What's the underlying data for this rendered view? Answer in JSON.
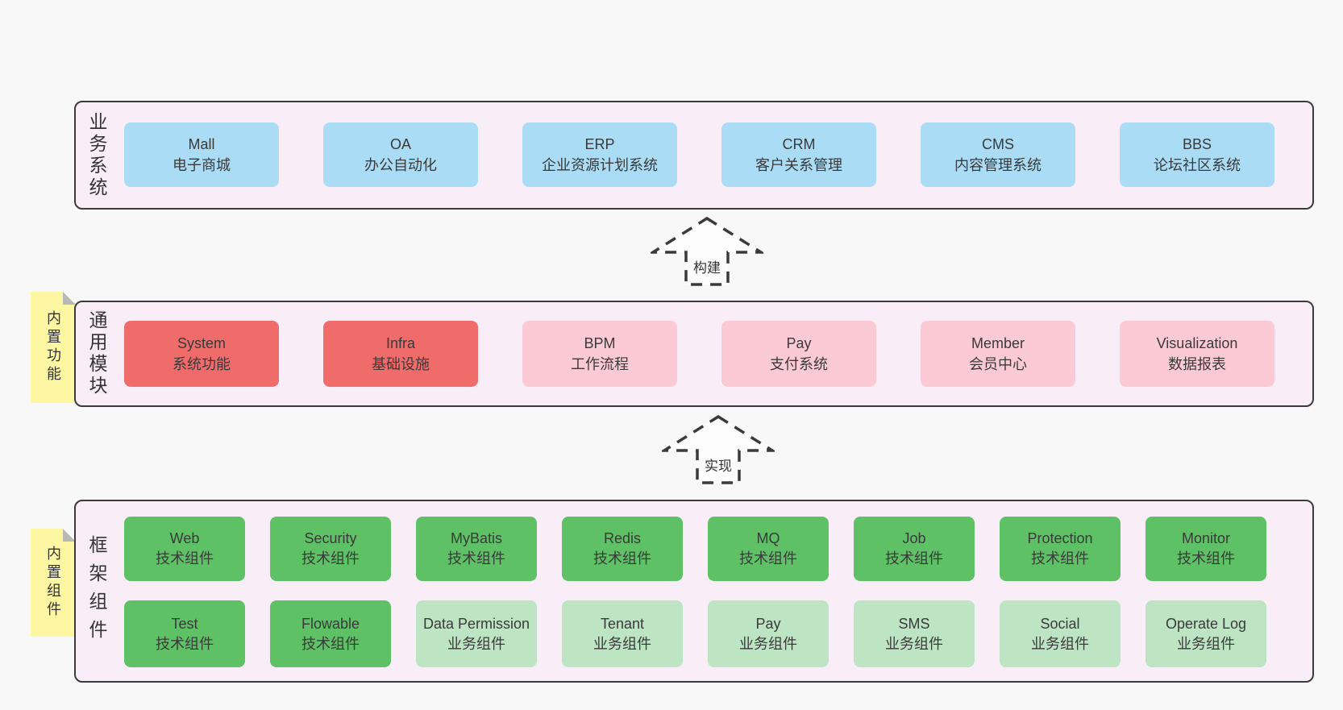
{
  "business": {
    "label": "业务系统",
    "items": [
      {
        "title": "Mall",
        "subtitle": "电子商城"
      },
      {
        "title": "OA",
        "subtitle": "办公自动化"
      },
      {
        "title": "ERP",
        "subtitle": "企业资源计划系统"
      },
      {
        "title": "CRM",
        "subtitle": "客户关系管理"
      },
      {
        "title": "CMS",
        "subtitle": "内容管理系统"
      },
      {
        "title": "BBS",
        "subtitle": "论坛社区系统"
      }
    ]
  },
  "arrows": {
    "build": {
      "label": "构建"
    },
    "implement": {
      "label": "实现"
    }
  },
  "modules": {
    "label": "通用模块",
    "note": "内置功能",
    "items": [
      {
        "title": "System",
        "subtitle": "系统功能",
        "variant": "red"
      },
      {
        "title": "Infra",
        "subtitle": "基础设施",
        "variant": "red"
      },
      {
        "title": "BPM",
        "subtitle": "工作流程",
        "variant": "pink"
      },
      {
        "title": "Pay",
        "subtitle": "支付系统",
        "variant": "pink"
      },
      {
        "title": "Member",
        "subtitle": "会员中心",
        "variant": "pink"
      },
      {
        "title": "Visualization",
        "subtitle": "数据报表",
        "variant": "pink"
      }
    ]
  },
  "framework": {
    "label": "框架组件",
    "note": "内置组件",
    "row1": [
      {
        "title": "Web",
        "subtitle": "技术组件",
        "variant": "green"
      },
      {
        "title": "Security",
        "subtitle": "技术组件",
        "variant": "green"
      },
      {
        "title": "MyBatis",
        "subtitle": "技术组件",
        "variant": "green"
      },
      {
        "title": "Redis",
        "subtitle": "技术组件",
        "variant": "green"
      },
      {
        "title": "MQ",
        "subtitle": "技术组件",
        "variant": "green"
      },
      {
        "title": "Job",
        "subtitle": "技术组件",
        "variant": "green"
      },
      {
        "title": "Protection",
        "subtitle": "技术组件",
        "variant": "green"
      },
      {
        "title": "Monitor",
        "subtitle": "技术组件",
        "variant": "green"
      }
    ],
    "row2": [
      {
        "title": "Test",
        "subtitle": "技术组件",
        "variant": "green"
      },
      {
        "title": "Flowable",
        "subtitle": "技术组件",
        "variant": "green"
      },
      {
        "title": "Data Permission",
        "subtitle": "业务组件",
        "variant": "light-green"
      },
      {
        "title": "Tenant",
        "subtitle": "业务组件",
        "variant": "light-green"
      },
      {
        "title": "Pay",
        "subtitle": "业务组件",
        "variant": "light-green"
      },
      {
        "title": "SMS",
        "subtitle": "业务组件",
        "variant": "light-green"
      },
      {
        "title": "Social",
        "subtitle": "业务组件",
        "variant": "light-green"
      },
      {
        "title": "Operate Log",
        "subtitle": "业务组件",
        "variant": "light-green"
      }
    ]
  },
  "colors": {
    "page_bg": "#f8f8f8",
    "container_fill": "#f9eef8",
    "container_border": "#3b3b3b",
    "box_blue": "#aadcf5",
    "box_red": "#ef6c6b",
    "box_pink": "#fccad4",
    "box_green": "#5ec166",
    "box_light_green": "#bde5c4",
    "note_yellow": "#fdf7a3",
    "note_fold": "#b8b8b8",
    "text": "#3a3a3a"
  }
}
